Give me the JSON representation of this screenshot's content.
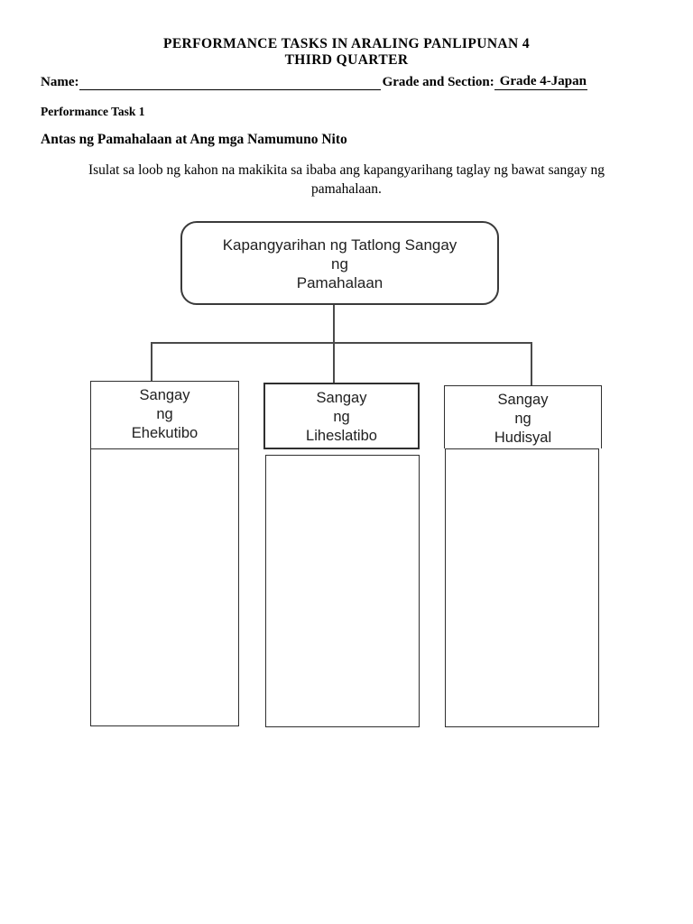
{
  "document": {
    "title_line1": "PERFORMANCE TASKS IN ARALING PANLIPUNAN 4",
    "title_line2": "THIRD QUARTER",
    "name_label": "Name:",
    "grade_section_label": "Grade and Section:",
    "grade_section_value": "Grade 4-Japan",
    "task_label": "Performance Task 1",
    "section_heading": "Antas ng Pamahalaan at Ang mga Namumuno Nito",
    "instruction_lines": [
      "Isulat sa loob ng kahon na makikita sa ibaba ang kapangyarihang taglay ng bawat sangay ng",
      "pamahalaan."
    ]
  },
  "diagram": {
    "root_box": {
      "lines": [
        "Kapangyarihan ng Tatlong Sangay",
        "ng",
        "Pamahalaan"
      ]
    },
    "branch_boxes": [
      {
        "lines": [
          "Sangay",
          "ng",
          "Ehekutibo"
        ]
      },
      {
        "lines": [
          "Sangay",
          "ng",
          "Liheslatibo"
        ]
      },
      {
        "lines": [
          "Sangay",
          "ng",
          "Hudisyal"
        ]
      }
    ]
  },
  "colors": {
    "page_background": "#ffffff",
    "document_text": "#000000",
    "diagram_text": "#212121",
    "box_border": "#2f2f2f",
    "root_box_border": "#3a3a3a",
    "connector_line": "#4a4a4a"
  }
}
